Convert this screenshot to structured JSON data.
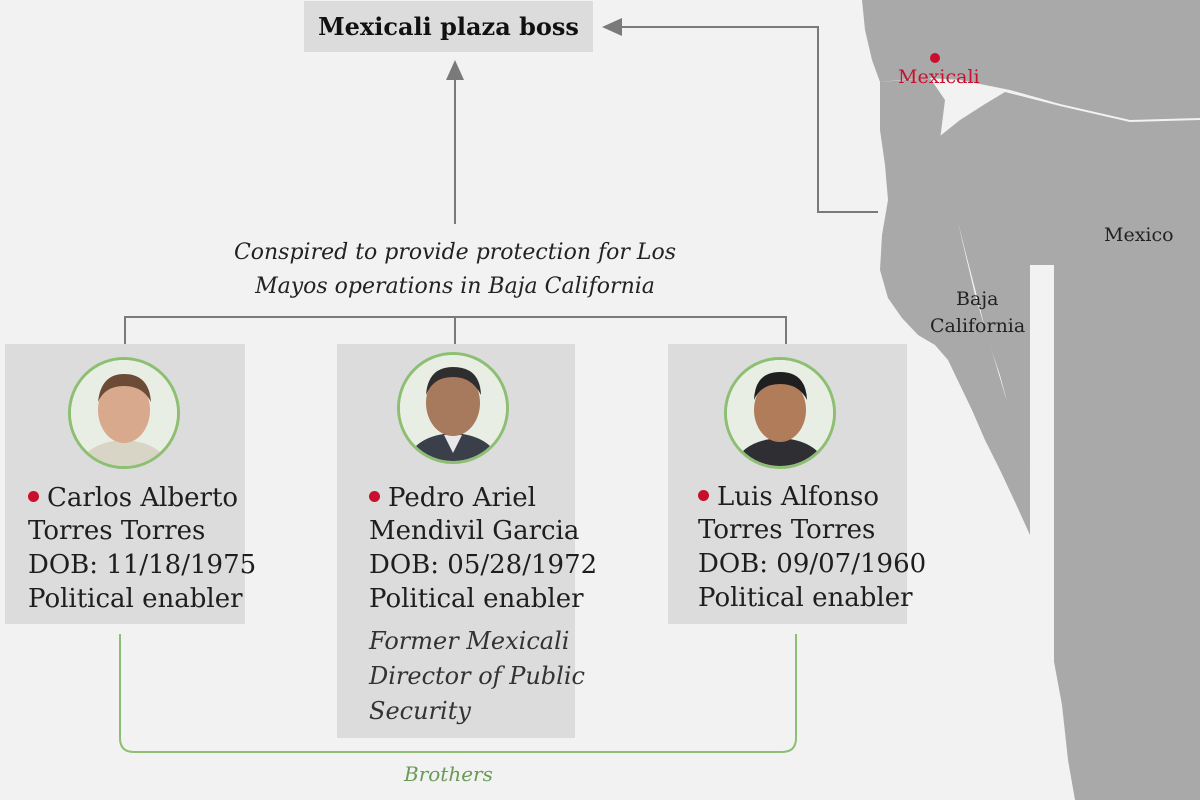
{
  "boss": {
    "label": "Mexicali plaza boss"
  },
  "caption": {
    "line1": "Conspired to provide protection for Los",
    "line2": "Mayos operations in Baja California"
  },
  "people": [
    {
      "name1": "Carlos Alberto",
      "name2": "Torres Torres",
      "dob": "DOB: 11/18/1975",
      "role": "Political enabler"
    },
    {
      "name1": "Pedro Ariel",
      "name2": "Mendivil Garcia",
      "dob": "DOB: 05/28/1972",
      "role": "Political enabler",
      "note1": "Former Mexicali",
      "note2": "Director of Public",
      "note3": "Security"
    },
    {
      "name1": "Luis Alfonso",
      "name2": "Torres Torres",
      "dob": "DOB: 09/07/1960",
      "role": "Political enabler"
    }
  ],
  "relation": {
    "label": "Brothers"
  },
  "map": {
    "city": "Mexicali",
    "region1": "Baja",
    "region2": "California",
    "country": "Mexico"
  },
  "colors": {
    "accent_red": "#c8102e",
    "green": "#8cbf72",
    "card": "#dcdcdc",
    "land": "#a9a9a9"
  }
}
